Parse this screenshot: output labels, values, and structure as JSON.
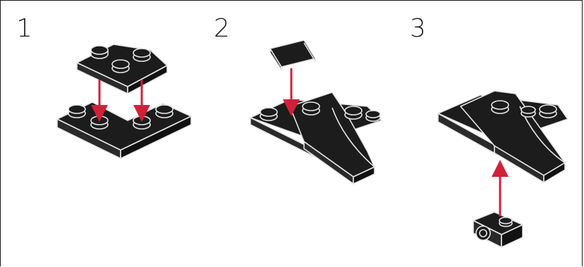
{
  "steps": [
    {
      "number": "1"
    },
    {
      "number": "2"
    },
    {
      "number": "3"
    }
  ],
  "colors": {
    "brick": "#1c1c1c",
    "brick_edge": "#e6e6e6",
    "arrow": "#d0213a"
  }
}
